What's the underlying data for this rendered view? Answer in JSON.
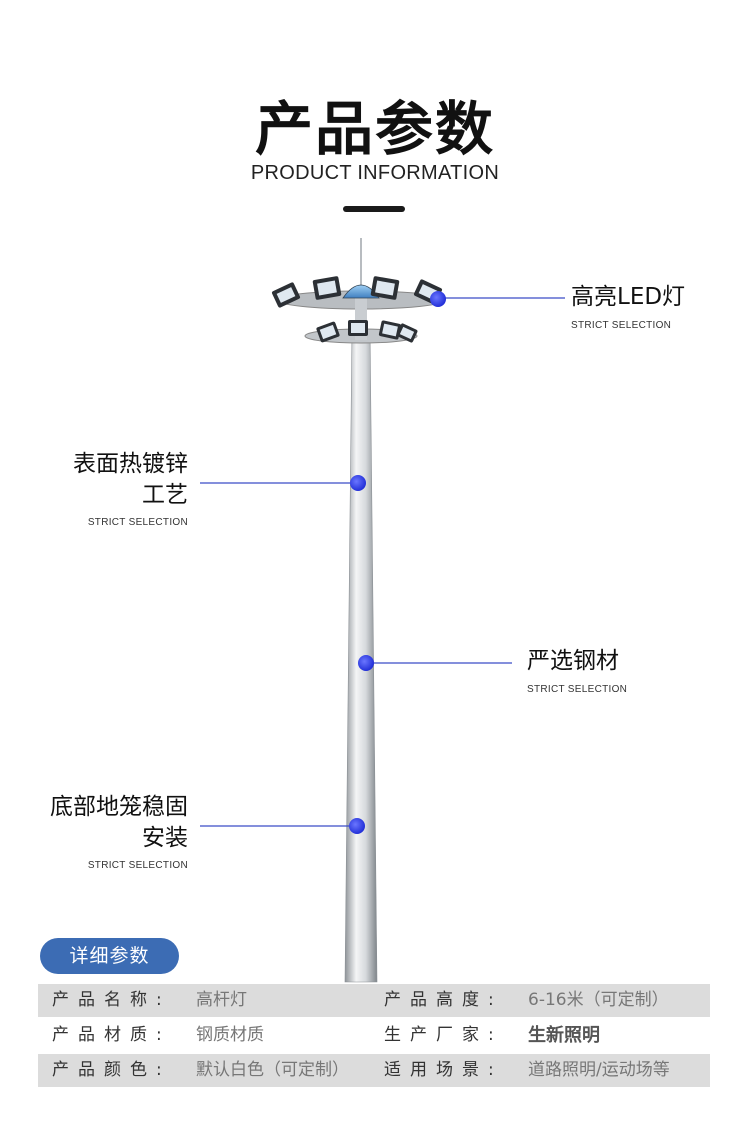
{
  "header": {
    "title": "产品参数",
    "subtitle": "PRODUCT INFORMATION"
  },
  "callouts": {
    "led": {
      "title": "高亮LED灯",
      "sub": "STRICT SELECTION"
    },
    "galvanize": {
      "line1": "表面热镀锌",
      "line2": "工艺",
      "sub": "STRICT SELECTION"
    },
    "steel": {
      "title": "严选钢材",
      "sub": "STRICT SELECTION"
    },
    "cage": {
      "line1": "底部地笼稳固",
      "line2": "安装",
      "sub": "STRICT SELECTION"
    }
  },
  "badge": {
    "label": "详细参数"
  },
  "specs": [
    {
      "label1": "产品名称:",
      "value1": "高杆灯",
      "label2": "产品高度:",
      "value2": "6-16米（可定制）"
    },
    {
      "label1": "产品材质:",
      "value1": "钢质材质",
      "label2": "生产厂家:",
      "value2": "生新照明"
    },
    {
      "label1": "产品颜色:",
      "value1": "默认白色（可定制）",
      "label2": "适用场景:",
      "value2": "道路照明/运动场等"
    }
  ],
  "colors": {
    "accent": "#3c6cb4",
    "dot": "#2f3ee6",
    "leader": "#3a4cc8",
    "row_shade": "#dcdcdc"
  }
}
